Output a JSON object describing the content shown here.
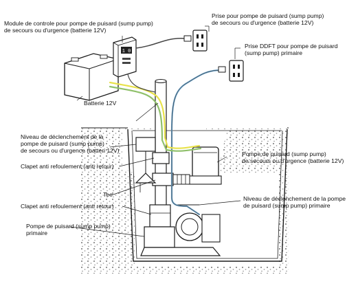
{
  "labels": {
    "control_module": [
      "Module de controle pour pompe de puisard (sump pump)",
      "de secours ou d'urgence (batterie 12V)"
    ],
    "outlet_primary": [
      "Prise pour pompe de puisard (sump pump)",
      "de secours ou d'urgence (batterie 12V)"
    ],
    "outlet_gfci": [
      "Prise DDFT pour pompe de puisard",
      "(sump pump) primaire"
    ],
    "battery": [
      "Batterie 12V"
    ],
    "backup_float": [
      "Niveau de déclenchement de la",
      "pompe de puisard (sump pump)",
      "de secours ou d'urgence (batteri 12V)"
    ],
    "backup_pump": [
      "Pompe de puisard (sump pump)",
      "de secours ou d'urgence (batterie 12V)"
    ],
    "check_valve_top": [
      "Clapet anti refoulement (anti retour)"
    ],
    "tee": [
      "Tee"
    ],
    "primary_float": [
      "Niveau de déclenchement de la pompe",
      "de puisard (sump pump) primaire"
    ],
    "check_valve_bottom": [
      "Clapet anti refoulement (anti retour)"
    ],
    "primary_pump": [
      "Pompe de puisard (sump pump)",
      "primaire"
    ]
  },
  "module_display": "1 0",
  "colors": {
    "line": "#1a1a1a",
    "blue_cord": "#6fa3c8",
    "yellow_wire": "#e8e24a",
    "green_wire": "#8fc06a",
    "gravel": "#9a9a9a"
  }
}
